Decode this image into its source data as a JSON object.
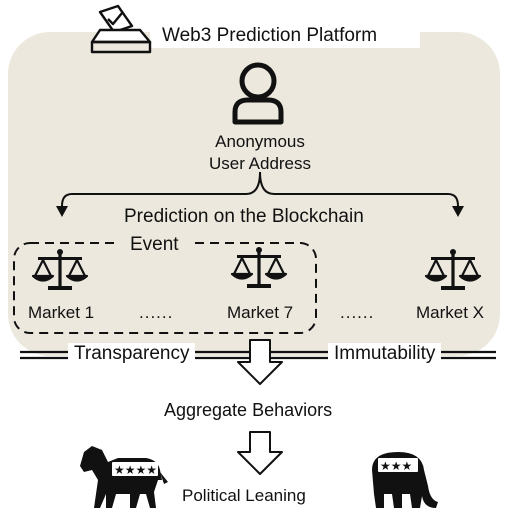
{
  "title": "Web3 Prediction Platform",
  "user": {
    "label": "Anonymous\nUser Address",
    "icon": "user-icon"
  },
  "prediction_label": "Prediction on the Blockchain",
  "event_label": "Event",
  "markets": [
    {
      "label": "Market 1",
      "icon": "scales-icon"
    },
    {
      "label": "Market 7",
      "icon": "scales-icon"
    },
    {
      "label": "Market X",
      "icon": "scales-icon"
    }
  ],
  "ellipsis": "......",
  "properties": {
    "left": "Transparency",
    "right": "Immutability"
  },
  "aggregate_label": "Aggregate Behaviors",
  "leaning_label": "Political Leaning",
  "icons": {
    "platform": "ballot-box-icon",
    "left_party": "donkey-icon",
    "right_party": "elephant-icon"
  },
  "colors": {
    "panel": "#ece8dd",
    "ink": "#111111",
    "background": "#ffffff"
  }
}
